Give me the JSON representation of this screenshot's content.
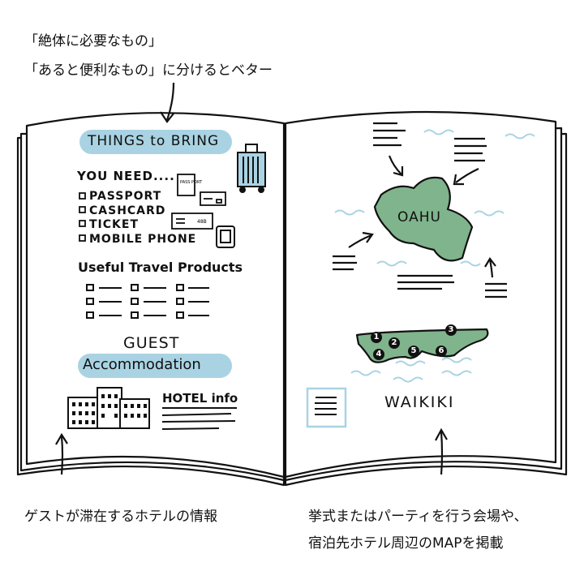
{
  "top_note": {
    "line1": "「絶体に必要なもの」",
    "line2": "「あると便利なもの」に分けるとベター"
  },
  "left_page": {
    "things_to_bring": "THINGS to BRING",
    "you_need": "YOU NEED....",
    "checklist": [
      "PASSPORT",
      "CASHCARD",
      "TICKET",
      "MOBILE PHONE"
    ],
    "passport_icon_text": "PASS PORT",
    "ticket_icon_text": "48B",
    "useful_products": "Useful Travel Products",
    "guest": "GUEST",
    "accommodation": "Accommodation",
    "hotel_info": "HOTEL info"
  },
  "right_page": {
    "island": "OAHU",
    "area": "WAIKIKI",
    "map_markers": [
      "1",
      "2",
      "3",
      "4",
      "5",
      "6"
    ]
  },
  "captions": {
    "left": "ゲストが滞在するホテルの情報",
    "right_line1": "挙式またはパーティを行う会場や、",
    "right_line2": "宿泊先ホテル周辺のMAPを掲載"
  },
  "colors": {
    "accent_blue": "#a9d3e3",
    "map_green": "#80b48c",
    "ink": "#111111"
  }
}
